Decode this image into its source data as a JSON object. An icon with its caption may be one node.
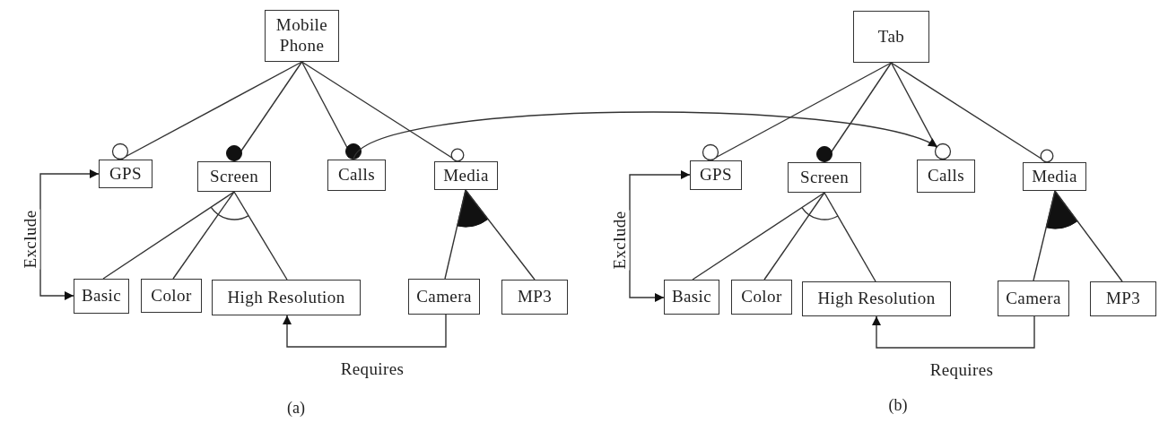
{
  "diagram": {
    "nodes": [
      {
        "text": [
          "Mobile Phone"
        ]
      },
      {
        "text": [
          "GPS"
        ]
      },
      {
        "text": [
          "Screen"
        ]
      },
      {
        "text": [
          "Calls"
        ]
      },
      {
        "text": [
          "Media"
        ]
      },
      {
        "text": [
          "Basic"
        ]
      },
      {
        "text": [
          "Color"
        ]
      },
      {
        "text": [
          "High Resolution"
        ]
      },
      {
        "text": [
          "Camera"
        ]
      },
      {
        "text": [
          "MP3"
        ]
      },
      {
        "text": [
          "Tab"
        ]
      },
      {
        "text": [
          "GPS"
        ]
      },
      {
        "text": [
          "Screen"
        ]
      },
      {
        "text": [
          "Calls"
        ]
      },
      {
        "text": [
          "Media"
        ]
      },
      {
        "text": [
          "Basic"
        ]
      },
      {
        "text": [
          "Color"
        ]
      },
      {
        "text": [
          "High Resolution"
        ]
      },
      {
        "text": [
          "Camera"
        ]
      },
      {
        "text": [
          "MP3"
        ]
      }
    ],
    "edges": [
      {
        "from": 0,
        "to": 1,
        "arrow": "other"
      },
      {
        "from": 0,
        "to": 2,
        "arrow": "other"
      },
      {
        "from": 0,
        "to": 3,
        "arrow": "other"
      },
      {
        "from": 0,
        "to": 4,
        "arrow": "other"
      },
      {
        "from": 2,
        "to": 5,
        "arrow": "none"
      },
      {
        "from": 2,
        "to": 6,
        "arrow": "none"
      },
      {
        "from": 2,
        "to": 7,
        "arrow": "none"
      },
      {
        "from": 4,
        "to": 8,
        "arrow": "none"
      },
      {
        "from": 4,
        "to": 9,
        "arrow": "none"
      },
      {
        "from": 1,
        "to": 5,
        "arrow": "both",
        "label": "Exclude"
      },
      {
        "from": 8,
        "to": 7,
        "arrow": "to",
        "label": "Requires"
      },
      {
        "from": 10,
        "to": 11,
        "arrow": "other"
      },
      {
        "from": 10,
        "to": 12,
        "arrow": "other"
      },
      {
        "from": 10,
        "to": 13,
        "arrow": "other"
      },
      {
        "from": 10,
        "to": 14,
        "arrow": "other"
      },
      {
        "from": 12,
        "to": 15,
        "arrow": "none"
      },
      {
        "from": 12,
        "to": 16,
        "arrow": "none"
      },
      {
        "from": 12,
        "to": 17,
        "arrow": "none"
      },
      {
        "from": 14,
        "to": 18,
        "arrow": "none"
      },
      {
        "from": 14,
        "to": 19,
        "arrow": "none"
      },
      {
        "from": 11,
        "to": 15,
        "arrow": "both",
        "label": "Exclude"
      },
      {
        "from": 18,
        "to": 17,
        "arrow": "to",
        "label": "Requires"
      },
      {
        "from": 3,
        "to": 13,
        "arrow": "to"
      }
    ],
    "labels": [
      "(a)",
      "(b)"
    ]
  }
}
